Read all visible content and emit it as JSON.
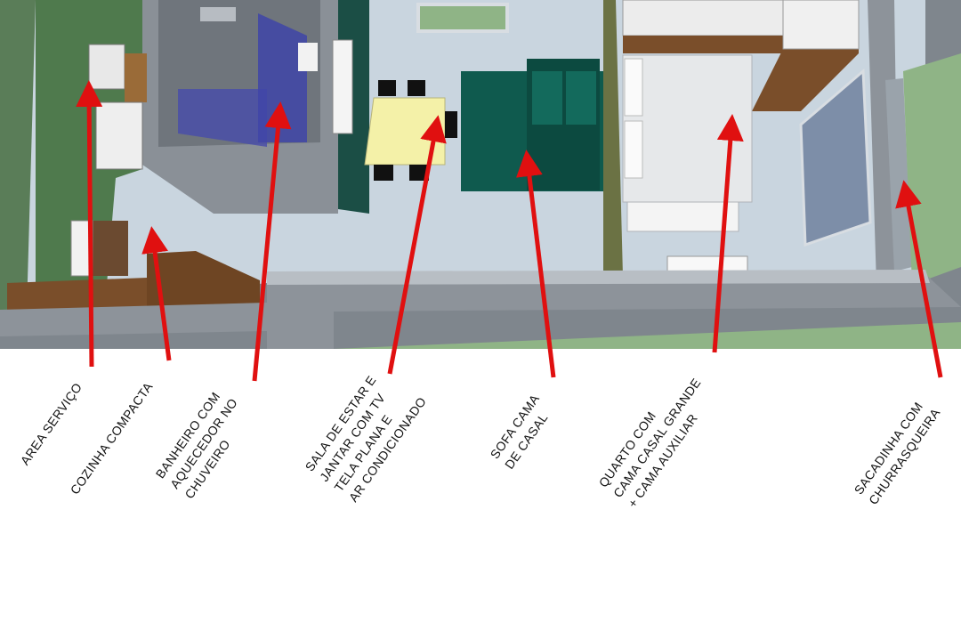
{
  "title": "",
  "colors": {
    "grass": "#8fb486",
    "floor": "#c9d5df",
    "wall": "#8d939a",
    "arrow": "#e01010",
    "sofa": "#0f5a4e",
    "table": "#f4f1a8",
    "wood": "#7a4e2a",
    "glass": "#3f45a8"
  },
  "labels": [
    {
      "id": "area-servico",
      "lines": [
        "AREA SERVIÇO"
      ]
    },
    {
      "id": "cozinha",
      "lines": [
        "COZINHA COMPACTA"
      ]
    },
    {
      "id": "banheiro",
      "lines": [
        "BANHEIRO COM",
        "AQUECEDOR NO",
        "CHUVEIRO"
      ]
    },
    {
      "id": "sala",
      "lines": [
        "SALA DE ESTAR E",
        "JANTAR COM TV",
        "TELA PLANA E",
        "AR CONDICIONADO"
      ]
    },
    {
      "id": "sofa",
      "lines": [
        "SOFA CAMA",
        "DE CASAL"
      ]
    },
    {
      "id": "quarto",
      "lines": [
        "QUARTO COM",
        "CAMA CASAL GRANDE",
        "+ CAMA AUXILIAR"
      ]
    },
    {
      "id": "sacadinha",
      "lines": [
        "SACADINHA COM",
        "CHURRASQUEIRA"
      ]
    }
  ]
}
